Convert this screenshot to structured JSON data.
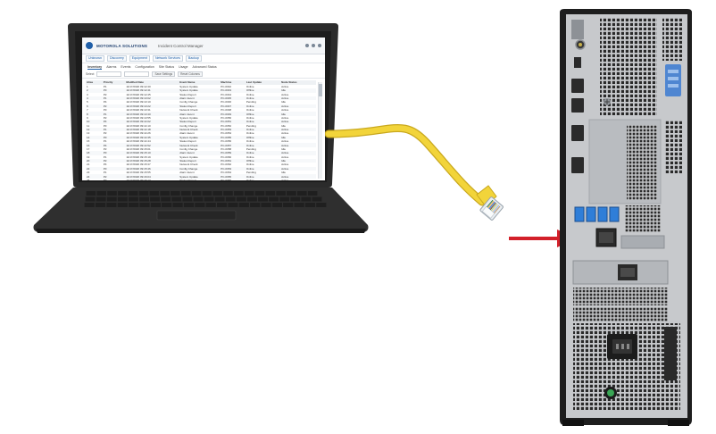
{
  "screen": {
    "brand": "MOTOROLA SOLUTIONS",
    "app_title": "Incident Control Manager",
    "toolbar": [
      "Unknown",
      "Discovery",
      "Equipment",
      "Network Services",
      "Backup"
    ],
    "tabs": [
      "Inventory",
      "Alarms",
      "Events",
      "Configuration",
      "Site Status",
      "Usage",
      "Advanced Status"
    ],
    "filter_label": "Select",
    "filter_buttons": [
      "Save Settings",
      "Reset Columns"
    ],
    "columns": [
      "Alias",
      "Priority",
      "Modified Date",
      "Event Name",
      "Machine",
      "Last Update",
      "Node Status"
    ],
    "rows": [
      [
        "1",
        "P1",
        "11/17/2020 09:12:40",
        "System Update",
        "PC-0042",
        "Online",
        "Active"
      ],
      [
        "2",
        "P3",
        "11/17/2020 09:12:41",
        "System Update",
        "PC-0043",
        "Offline",
        "Idle"
      ],
      [
        "3",
        "P2",
        "11/17/2020 09:12:45",
        "Status Report",
        "PC-0044",
        "Online",
        "Active"
      ],
      [
        "4",
        "P1",
        "11/17/2020 09:13:02",
        "Alarm Event",
        "PC-0045",
        "Online",
        "Active"
      ],
      [
        "5",
        "P4",
        "11/17/2020 09:13:10",
        "Config Change",
        "PC-0046",
        "Pending",
        "Idle"
      ],
      [
        "6",
        "P2",
        "11/17/2020 09:13:22",
        "Status Report",
        "PC-0047",
        "Online",
        "Active"
      ],
      [
        "7",
        "P3",
        "11/17/2020 09:13:31",
        "Network Check",
        "PC-0048",
        "Online",
        "Active"
      ],
      [
        "8",
        "P1",
        "11/17/2020 09:13:40",
        "Alarm Event",
        "PC-0049",
        "Offline",
        "Idle"
      ],
      [
        "9",
        "P2",
        "11/17/2020 09:13:55",
        "System Update",
        "PC-0050",
        "Online",
        "Active"
      ],
      [
        "10",
        "P4",
        "11/17/2020 09:14:02",
        "Status Report",
        "PC-0051",
        "Online",
        "Active"
      ],
      [
        "11",
        "P3",
        "11/17/2020 09:14:10",
        "Config Change",
        "PC-0052",
        "Pending",
        "Idle"
      ],
      [
        "12",
        "P1",
        "11/17/2020 09:14:18",
        "Network Check",
        "PC-0053",
        "Online",
        "Active"
      ],
      [
        "13",
        "P2",
        "11/17/2020 09:14:26",
        "Alarm Event",
        "PC-0054",
        "Online",
        "Active"
      ],
      [
        "14",
        "P3",
        "11/17/2020 09:14:35",
        "System Update",
        "PC-0055",
        "Offline",
        "Idle"
      ],
      [
        "15",
        "P1",
        "11/17/2020 09:14:44",
        "Status Report",
        "PC-0056",
        "Online",
        "Active"
      ],
      [
        "16",
        "P4",
        "11/17/2020 09:14:52",
        "Network Check",
        "PC-0057",
        "Online",
        "Active"
      ],
      [
        "17",
        "P2",
        "11/17/2020 09:15:01",
        "Config Change",
        "PC-0058",
        "Pending",
        "Idle"
      ],
      [
        "18",
        "P3",
        "11/17/2020 09:15:10",
        "Alarm Event",
        "PC-0059",
        "Online",
        "Active"
      ],
      [
        "19",
        "P1",
        "11/17/2020 09:15:19",
        "System Update",
        "PC-0060",
        "Online",
        "Active"
      ],
      [
        "20",
        "P2",
        "11/17/2020 09:15:28",
        "Status Report",
        "PC-0061",
        "Offline",
        "Idle"
      ],
      [
        "21",
        "P4",
        "11/17/2020 09:15:37",
        "Network Check",
        "PC-0062",
        "Online",
        "Active"
      ],
      [
        "22",
        "P3",
        "11/17/2020 09:15:46",
        "Config Change",
        "PC-0063",
        "Online",
        "Active"
      ],
      [
        "23",
        "P1",
        "11/17/2020 09:15:55",
        "Alarm Event",
        "PC-0064",
        "Pending",
        "Idle"
      ],
      [
        "24",
        "P2",
        "11/17/2020 09:16:04",
        "System Update",
        "PC-0065",
        "Online",
        "Active"
      ],
      [
        "25",
        "P3",
        "11/17/2020 09:16:13",
        "Status Report",
        "PC-0066",
        "Online",
        "Active"
      ],
      [
        "26",
        "P1",
        "11/17/2020 09:16:22",
        "Network Check",
        "PC-0067",
        "Offline",
        "Idle"
      ]
    ]
  },
  "colors": {
    "laptop_body": "#2b2b2b",
    "laptop_bezel": "#1c1c1c",
    "cable": "#f2d43a",
    "cable_edge": "#c9a81e",
    "arrow": "#d3202a",
    "tower_case": "#1e1e1e",
    "tower_panel": "#c7c9cc",
    "usb_port": "#2f7ed8",
    "latch": "#4f86d1",
    "power_led": "#3aa655"
  },
  "icons": {
    "arrow": "arrow-right-icon",
    "connector": "rj45-connector-icon",
    "port": "ethernet-port-icon",
    "power": "power-button-icon"
  }
}
